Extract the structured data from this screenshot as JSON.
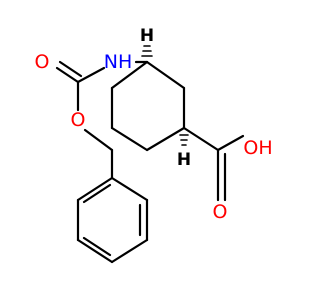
{
  "colors": {
    "bond": "#000000",
    "oxygen": "#ff0000",
    "nitrogen": "#0000ff",
    "hydrogen": "#000000"
  },
  "labels": {
    "amide_nitrogen": "NH",
    "carbonyl_oxygen_carbamate": "O",
    "ester_oxygen": "O",
    "carbonyl_oxygen_acid": "O",
    "hydroxyl": "OH",
    "stereo_h_top": "H",
    "stereo_h_bottom": "H"
  }
}
